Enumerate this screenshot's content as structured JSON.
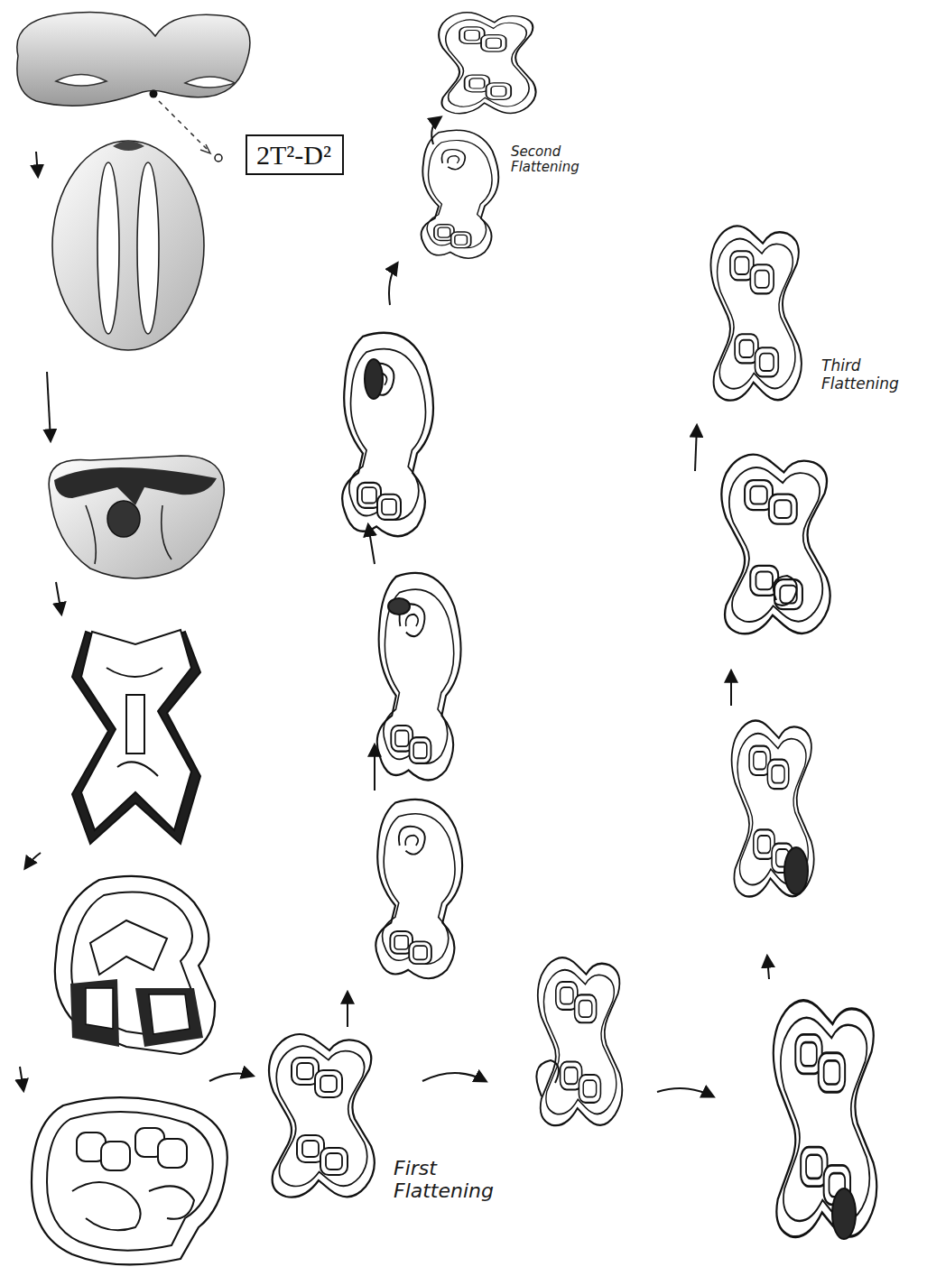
{
  "diagram": {
    "nodes": [
      {
        "text": [
          "2T²-D²"
        ]
      }
    ],
    "labels": [
      "Second Flattening",
      "Third Flattening",
      "First Flattening"
    ]
  }
}
